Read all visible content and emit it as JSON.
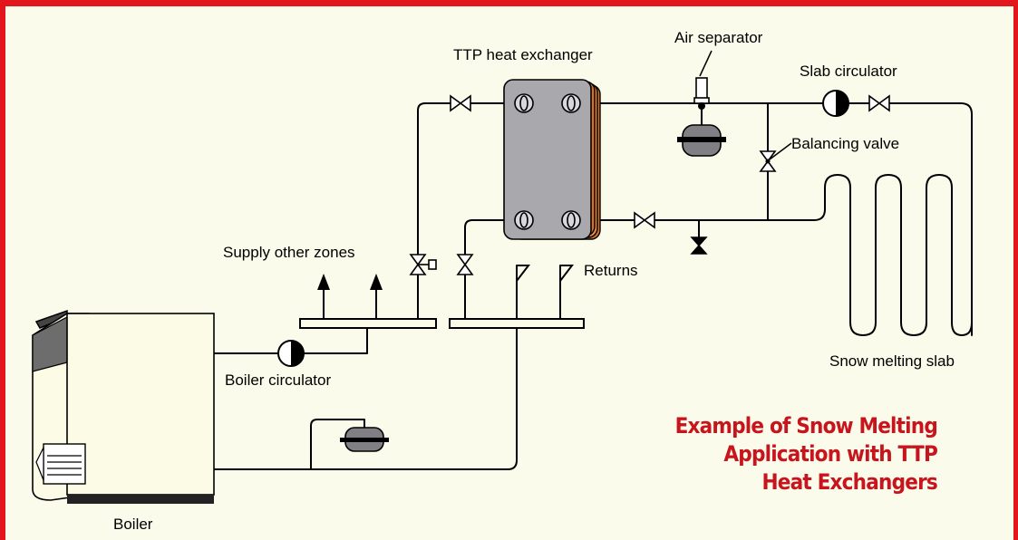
{
  "colors": {
    "frame": "#e3161e",
    "background": "#fbfbeb",
    "pipe": "#000000",
    "boiler_body": "#fbfbe6",
    "boiler_dark": "#555555",
    "exchanger_plate": "#a9a9ad",
    "exchanger_copper": "#d2702c",
    "tank": "#808084",
    "title": "#c8141c"
  },
  "labels": {
    "ttp_heat_exchanger": "TTP heat exchanger",
    "air_separator": "Air separator",
    "slab_circulator": "Slab circulator",
    "balancing_valve": "Balancing valve",
    "supply_other_zones": "Supply other zones",
    "returns": "Returns",
    "snow_melting_slab": "Snow melting slab",
    "boiler_circulator": "Boiler circulator",
    "boiler": "Boiler"
  },
  "title_lines": [
    "Example of Snow Melting",
    "Application with TTP",
    "Heat Exchangers"
  ],
  "icons": [
    "boiler-icon",
    "heat-exchanger-icon",
    "air-separator-icon",
    "expansion-tank-icon",
    "circulator-pump-icon",
    "gate-valve-icon",
    "balancing-valve-icon",
    "zone-valve-icon",
    "check-valve-icon",
    "flow-arrow-icon",
    "manifold-icon",
    "slab-coil-icon"
  ]
}
